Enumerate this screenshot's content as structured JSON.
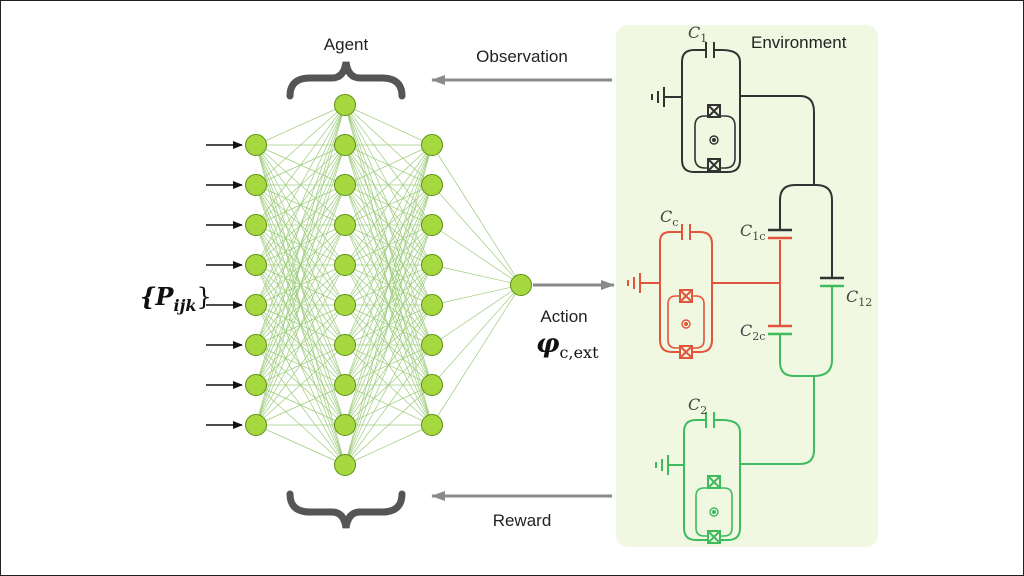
{
  "agent": {
    "title": "Agent",
    "input_label": "{P",
    "input_sub": "ijk",
    "input_close": "}"
  },
  "labels": {
    "observation": "Observation",
    "action": "Action",
    "action_symbol": "φ",
    "action_sub": "c,ext",
    "reward": "Reward"
  },
  "environment": {
    "title": "Environment",
    "c1": {
      "base": "C",
      "sub": "1"
    },
    "c2": {
      "base": "C",
      "sub": "2"
    },
    "cc": {
      "base": "C",
      "sub": "c"
    },
    "c1c": {
      "base": "C",
      "sub": "1c"
    },
    "c2c": {
      "base": "C",
      "sub": "2c"
    },
    "c12": {
      "base": "C",
      "sub": "12"
    }
  },
  "network": {
    "layer_sizes": [
      8,
      10,
      8,
      1
    ]
  },
  "colors": {
    "node_fill": "#a6d93f",
    "node_stroke": "#5e8f12",
    "edge": "#9ccc7a",
    "env_bg": "#f1f8e2",
    "qubit1": "#333333",
    "coupler": "#e0553b",
    "qubit2": "#3dbb5e",
    "arrow": "#8a8a8a",
    "brace": "#555555"
  }
}
